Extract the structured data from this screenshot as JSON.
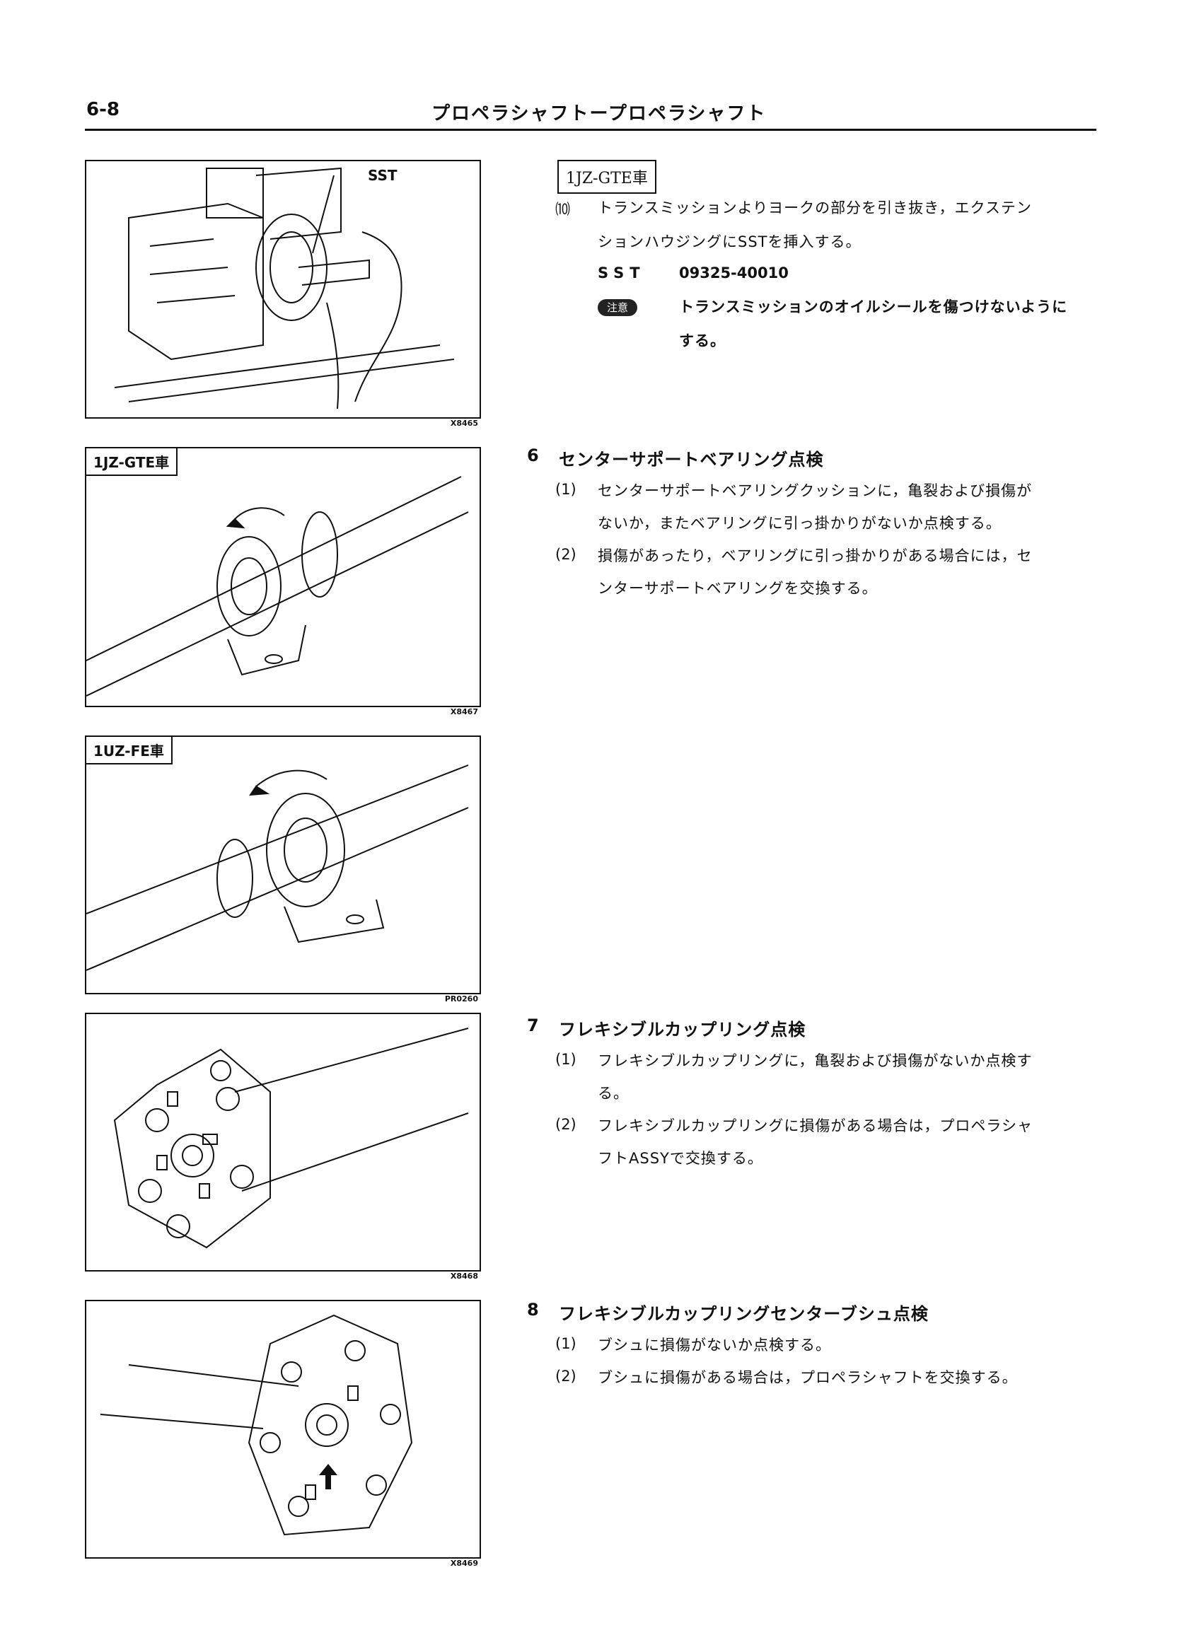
{
  "header": {
    "page_number": "6-8",
    "title": "プロペラシャフトープロペラシャフト"
  },
  "figures": [
    {
      "code": "X8465",
      "callout": "SST",
      "tag": ""
    },
    {
      "code": "X8467",
      "tag": "1JZ-GTE車"
    },
    {
      "code": "PR0260",
      "tag": "1UZ-FE車"
    },
    {
      "code": "X8468",
      "tag": ""
    },
    {
      "code": "X8469",
      "tag": ""
    }
  ],
  "section_top": {
    "box_label": "1JZ-GTE車",
    "step_num": "⑽",
    "step_line1": "トランスミッションよりヨークの部分を引き抜き，エクステン",
    "step_line2": "ションハウジングにSSTを挿入する。",
    "sst_label": "SST",
    "sst_number": "09325-40010",
    "caution_badge": "注意",
    "caution_line1": "トランスミッションのオイルシールを傷つけないように",
    "caution_line2": "する。"
  },
  "section6": {
    "num": "6",
    "title": "センターサポートベアリング点検",
    "items": [
      {
        "n": "(1)",
        "l1": "センターサポートベアリングクッションに，亀裂および損傷が",
        "l2": "ないか，またベアリングに引っ掛かりがないか点検する。"
      },
      {
        "n": "(2)",
        "l1": "損傷があったり，ベアリングに引っ掛かりがある場合には，セ",
        "l2": "ンターサポートベアリングを交換する。"
      }
    ]
  },
  "section7": {
    "num": "7",
    "title": "フレキシブルカップリング点検",
    "items": [
      {
        "n": "(1)",
        "l1": "フレキシブルカップリングに，亀裂および損傷がないか点検す",
        "l2": "る。"
      },
      {
        "n": "(2)",
        "l1": "フレキシブルカップリングに損傷がある場合は，プロペラシャ",
        "l2": "フトASSYで交換する。"
      }
    ]
  },
  "section8": {
    "num": "8",
    "title": "フレキシブルカップリングセンターブシュ点検",
    "items": [
      {
        "n": "(1)",
        "l1": "ブシュに損傷がないか点検する。"
      },
      {
        "n": "(2)",
        "l1": "ブシュに損傷がある場合は，プロペラシャフトを交換する。"
      }
    ]
  }
}
